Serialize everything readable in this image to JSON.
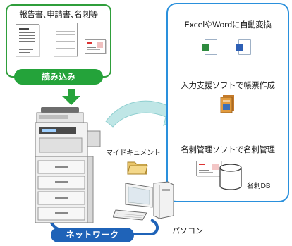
{
  "input": {
    "title": "報告書､申請書､名刺等",
    "read_label": "読み込み"
  },
  "outputs": {
    "office": "ExcelやWordに自動変換",
    "form": "入力支援ソフトで帳票作成",
    "card": "名刺管理ソフトで名刺管理",
    "card_db": "名刺DB"
  },
  "folder_label": "マイドキュメント",
  "pc_label": "パソコン",
  "network_label": "ネットワーク",
  "colors": {
    "green": "#2f9e3b",
    "blue_border": "#2a90dc",
    "network_blue": "#1f63b8",
    "arrow_teal": "#bfe6e6"
  },
  "icons": [
    "excel-file-icon",
    "word-file-icon",
    "form-software-icon",
    "business-card-icon",
    "database-icon",
    "folder-icon",
    "copier-icon",
    "computer-icon"
  ]
}
